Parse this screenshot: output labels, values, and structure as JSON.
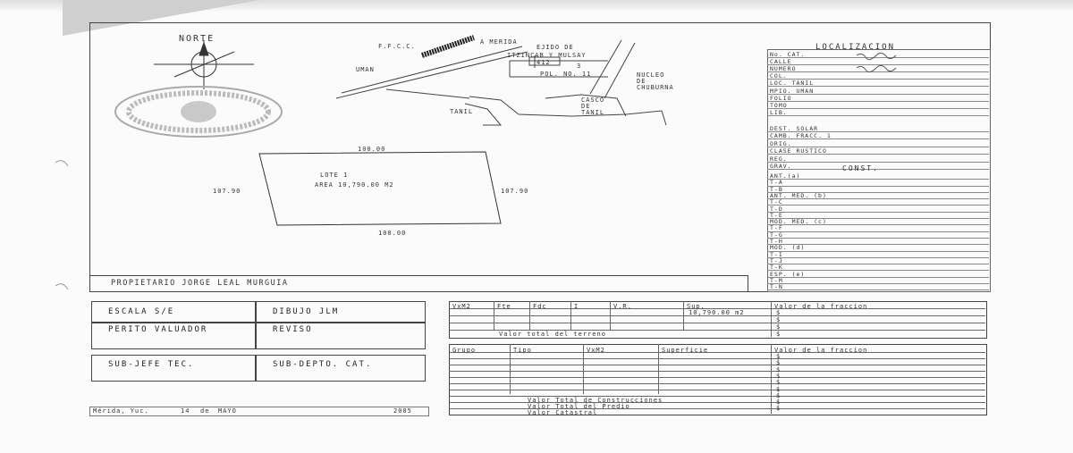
{
  "north": {
    "label": "NORTE"
  },
  "map": {
    "ffcc": "F.F.C.C.",
    "merida": "A MERIDA",
    "ejido": "EJIDO DE",
    "itzincab": "ITZINCAB Y MULSAY",
    "parcel": "412",
    "num3": "3",
    "pol": "POL. NO. 11",
    "uman": "UMAN",
    "nucleo": [
      "NUCLEO",
      "DE",
      "CHUBURNA"
    ],
    "tanil": "TANIL",
    "casco": [
      "CASCO",
      "DE",
      "TANIL"
    ]
  },
  "lot": {
    "top": "100.00",
    "bottom": "100.00",
    "left": "107.90",
    "right": "107.90",
    "name": "LOTE 1",
    "area": "AREA 10,790.00 M2"
  },
  "owner": {
    "label": "PROPIETARIO JORGE LEAL MURGUIA"
  },
  "localizacion": {
    "title": "LOCALIZACION",
    "rows": [
      "No. CAT.",
      "CALLE",
      "NUMERO",
      "COL.",
      "LOC. TANIL",
      "MPIO. UMAN",
      "FOLIO",
      "TOMO",
      "LIB."
    ],
    "dest_rows": [
      "DEST. SOLAR",
      "CAMB. FRACC. 1",
      "ORIG.",
      "CLASE RUSTICO",
      "REG.",
      "GRAV."
    ]
  },
  "const": {
    "title": "CONST.",
    "rows": [
      "ANT.(a)",
      "T-A",
      "T-B",
      "ANT. MED. (b)",
      "T-C",
      "T-D",
      "T-E",
      "MOD. MED. (c)",
      "T-F",
      "T-G",
      "T-H",
      "MOD. (d)",
      "T-I",
      "T-J",
      "T-K",
      "ESP. (e)",
      "T-M",
      "T-N"
    ]
  },
  "signatures": {
    "escala": "ESCALA S/E",
    "dibujo": "DIBUJO JLM",
    "perito": "PERITO VALUADOR",
    "reviso": "REVISO",
    "subjefe": "SUB-JEFE TEC.",
    "subdepto": "SUB-DEPTO. CAT."
  },
  "terrain": {
    "headers": [
      "VxM2",
      "Fte",
      "Fdc",
      "I",
      "V.R.",
      "Sup.",
      "Valor de la fraccion"
    ],
    "sup": "10,790.00 m2",
    "total": "Valor total del terreno"
  },
  "construction": {
    "headers": [
      "Grupo",
      "Tipo",
      "VxM2",
      "Superficie",
      "Valor de la fraccion"
    ],
    "total_const": "Valor Total de Construcciones",
    "total_predio": "Valor Total del Predio",
    "catastral": "Valor Catastral"
  },
  "footer": {
    "place": "Mérida, Yuc.",
    "day": "14",
    "de": "de",
    "month": "MAYO",
    "year": "2005"
  },
  "symbols": {
    "dollar": "$"
  }
}
